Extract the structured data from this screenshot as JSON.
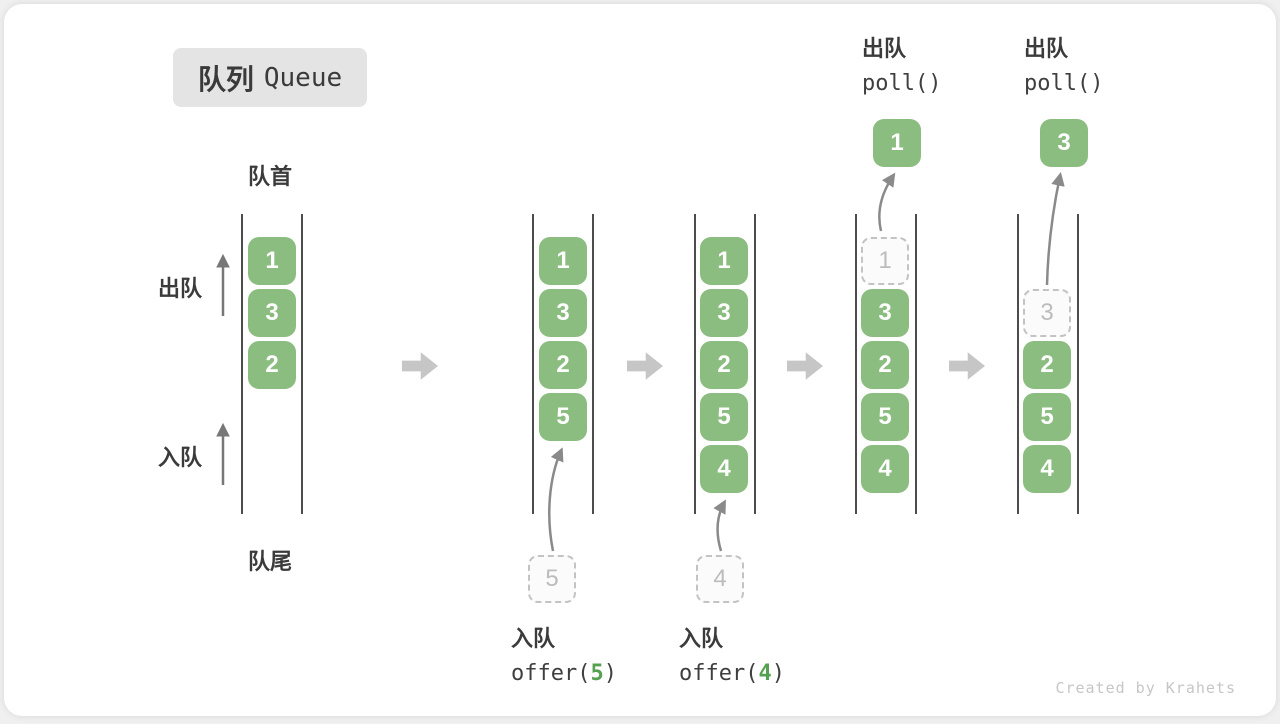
{
  "title": {
    "zh": "队列",
    "en": "Queue"
  },
  "labels": {
    "front": "队首",
    "rear": "队尾",
    "dequeue": "出队",
    "enqueue": "入队"
  },
  "ops": {
    "enqueue5": {
      "zh": "入队",
      "pre": "offer(",
      "arg": "5",
      "post": ")"
    },
    "enqueue4": {
      "zh": "入队",
      "pre": "offer(",
      "arg": "4",
      "post": ")"
    },
    "poll1": {
      "zh": "出队",
      "code": "poll()"
    },
    "poll2": {
      "zh": "出队",
      "code": "poll()"
    }
  },
  "states": {
    "s0": {
      "items": [
        "1",
        "3",
        "2"
      ]
    },
    "s1": {
      "items": [
        "1",
        "3",
        "2",
        "5"
      ],
      "incoming": "5"
    },
    "s2": {
      "items": [
        "1",
        "3",
        "2",
        "5",
        "4"
      ],
      "incoming": "4"
    },
    "s3": {
      "ghost": "1",
      "items": [
        "3",
        "2",
        "5",
        "4"
      ],
      "popped": "1"
    },
    "s4": {
      "ghost": "3",
      "items": [
        "2",
        "5",
        "4"
      ],
      "popped": "3"
    }
  },
  "watermark": "Created by Krahets",
  "colors": {
    "item_green": "#8CBD80",
    "code_arg_green": "#56A052",
    "transition_arrow_gray": "#c6c6c6",
    "flow_arrow_gray": "#8a8a8a",
    "rail_dark": "#4c4c4c",
    "ghost_border": "#c3c3c3",
    "title_bg": "#e4e4e4"
  }
}
